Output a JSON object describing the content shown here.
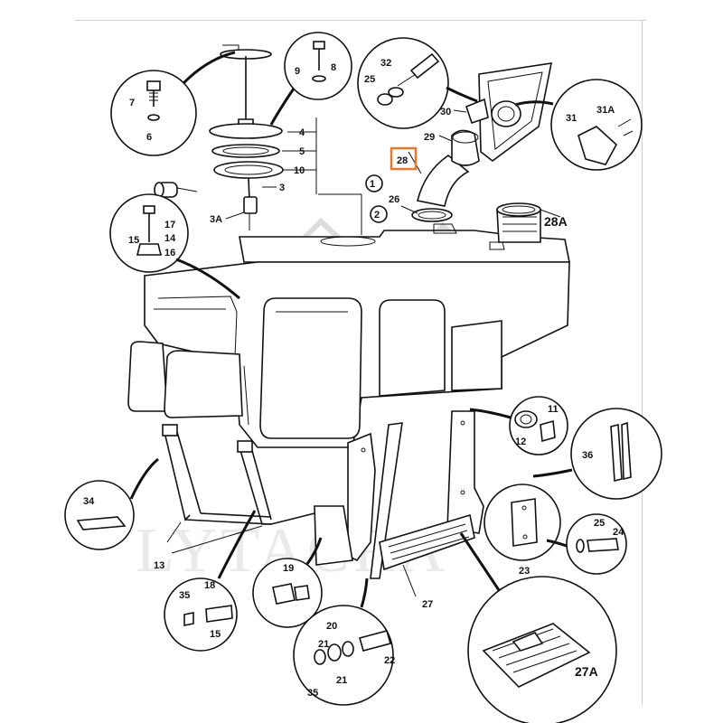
{
  "diagram": {
    "watermark": "LYTACRA",
    "highlighted_part": "28",
    "callouts": {
      "c1": "1",
      "c2": "2",
      "c3": "3",
      "c3a": "3A",
      "c4": "4",
      "c5": "5",
      "c6": "6",
      "c7": "7",
      "c8": "8",
      "c9": "9",
      "c10": "10",
      "c11": "11",
      "c12": "12",
      "c13": "13",
      "c14": "14",
      "c15a": "15",
      "c16": "16",
      "c17": "17",
      "c18": "18",
      "c19": "19",
      "c20": "20",
      "c21a": "21",
      "c21b": "21",
      "c22": "22",
      "c23": "23",
      "c24": "24",
      "c25a": "25",
      "c25b": "25",
      "c26": "26",
      "c27": "27",
      "c27a": "27A",
      "c28": "28",
      "c28a": "28A",
      "c29": "29",
      "c30": "30",
      "c31": "31",
      "c31a": "31A",
      "c32": "32",
      "c34": "34",
      "c35a": "35",
      "c35b": "35",
      "c36": "36",
      "c15b": "15"
    }
  }
}
